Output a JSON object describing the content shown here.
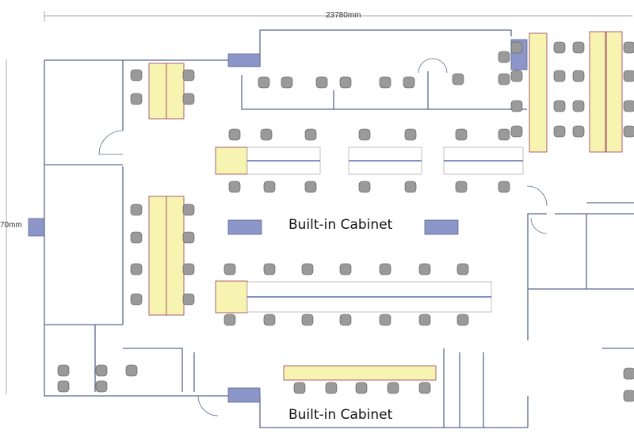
{
  "dimensions": {
    "width_label": "23780mm",
    "height_label": "70mm"
  },
  "labels": {
    "cabinet_top": "Built-in Cabinet",
    "cabinet_bottom": "Built-in Cabinet"
  },
  "colors": {
    "wall": "#5a6a8c",
    "desk_fill": "#f7f3b0",
    "desk_border": "#9a3a5a",
    "chair_fill": "#9a9a9a",
    "cabinet_fill": "#8c96c8",
    "partition": "#3a4fa0"
  }
}
